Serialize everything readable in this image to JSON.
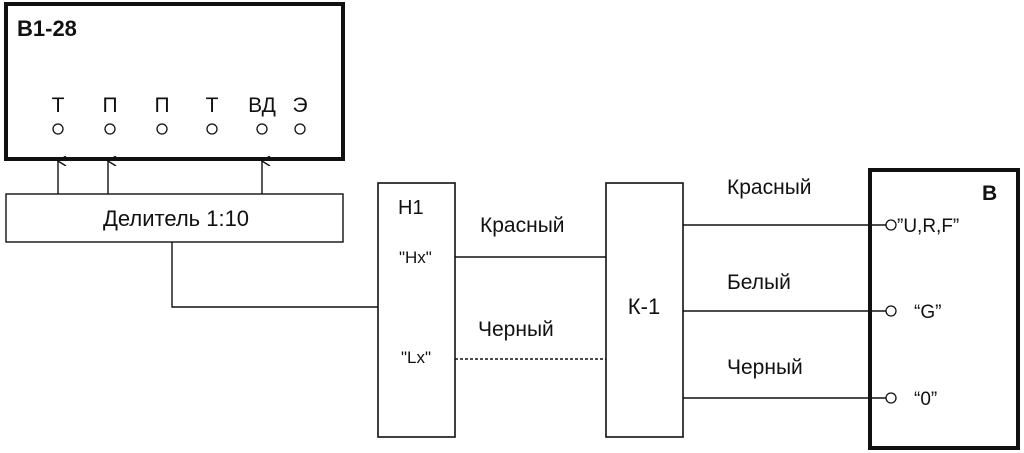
{
  "instrument_top": {
    "title": "В1-28",
    "terminals": [
      "Т",
      "П",
      "П",
      "Т",
      "ВД",
      "Э"
    ]
  },
  "divider": {
    "label": "Делитель 1:10"
  },
  "block_h1": {
    "title": "Н1",
    "hx_label": "\"Hx\"",
    "lx_label": "\"Lx\""
  },
  "block_k1": {
    "title": "К-1"
  },
  "block_b": {
    "title": "В",
    "terminals": [
      "”U,R,F”",
      "“G”",
      "“0”"
    ]
  },
  "wires": {
    "h1_k1_top": "Красный",
    "h1_k1_bottom": "Черный",
    "k1_b_top": "Красный",
    "k1_b_middle": "Белый",
    "k1_b_bottom": "Черный"
  }
}
